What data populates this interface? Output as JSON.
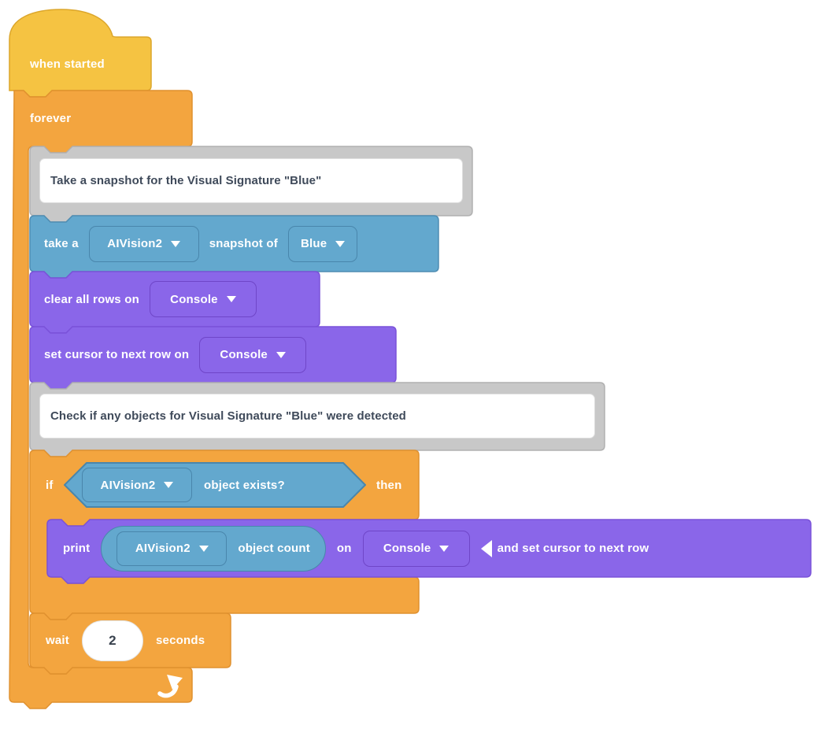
{
  "workspace": {
    "type": "block-programming-canvas",
    "colors": {
      "hat_yellow": "#F5C342",
      "hat_yellow_border": "#DCA62A",
      "control_orange": "#F3A53F",
      "control_orange_border": "#E0912F",
      "ai_vision_blue": "#63A8CE",
      "ai_vision_blue_border": "#4E8CB2",
      "console_purple": "#8A66E9",
      "console_purple_border": "#7A52D9",
      "comment_gray": "#C8C8C8",
      "comment_gray_border": "#B0B0B0",
      "comment_text": "#3F4A5A",
      "block_text": "#FFFFFF"
    },
    "icons": {
      "caret_down": "▾",
      "collapse_left": "◀",
      "loop_arrow": "↻"
    }
  },
  "script": {
    "when_started": {
      "label": "when started"
    },
    "forever": {
      "label": "forever"
    },
    "comment_snapshot": {
      "text": "Take a snapshot for the Visual Signature \"Blue\""
    },
    "take_snapshot": {
      "text_1": "take a",
      "dropdown_camera": "AIVision2",
      "text_2": "snapshot of",
      "dropdown_signature": "Blue"
    },
    "clear_rows": {
      "text": "clear all rows on",
      "dropdown_target": "Console"
    },
    "set_cursor": {
      "text": "set cursor to next row on",
      "dropdown_target": "Console"
    },
    "comment_check": {
      "text": "Check if any objects for Visual Signature \"Blue\" were detected"
    },
    "if_block": {
      "text_if": "if",
      "dropdown_camera": "AIVision2",
      "condition_text": "object exists?",
      "text_then": "then"
    },
    "print_block": {
      "text_print": "print",
      "dropdown_camera": "AIVision2",
      "reporter_text": "object count",
      "text_on": "on",
      "dropdown_target": "Console",
      "extension_text": "and set cursor to next row"
    },
    "wait_block": {
      "text_wait": "wait",
      "value": "2",
      "text_unit": "seconds"
    }
  }
}
